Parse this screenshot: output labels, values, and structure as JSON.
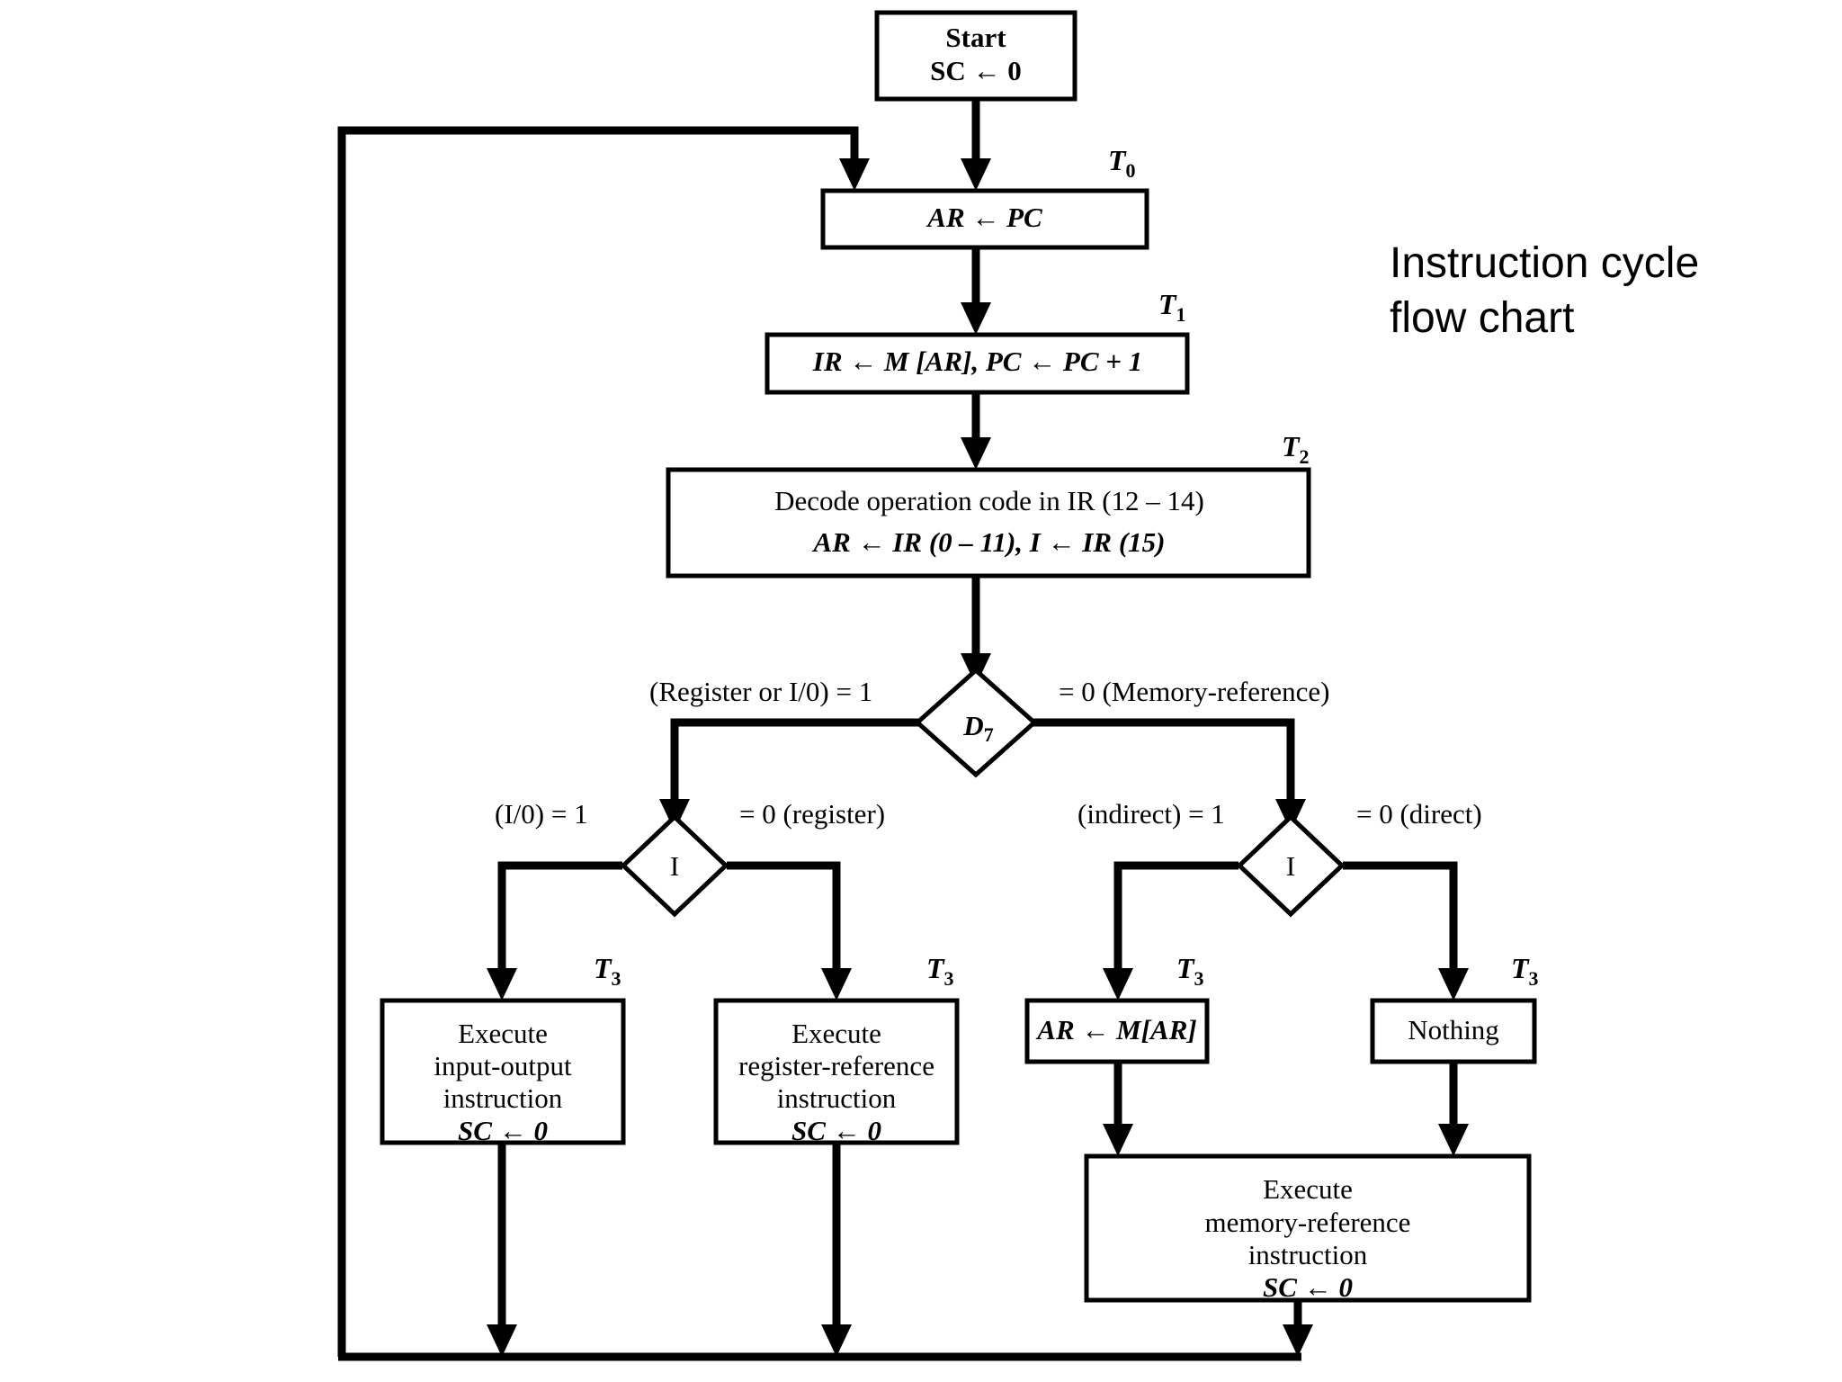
{
  "title": {
    "line1": "Instruction cycle",
    "line2": "flow chart",
    "text": "Instruction cycle\nflow chart"
  },
  "diagram": {
    "type": "flowchart",
    "name": "instruction-cycle-flow-chart",
    "nodes": {
      "start": {
        "shape": "rect",
        "line1": "Start",
        "line2": "SC ← 0"
      },
      "t0": {
        "shape": "rect",
        "timing": "T",
        "timing_sub": "0",
        "line1": "AR ← PC"
      },
      "t1": {
        "shape": "rect",
        "timing": "T",
        "timing_sub": "1",
        "line1": "IR ← M [AR],  PC ← PC + 1"
      },
      "t2": {
        "shape": "rect",
        "timing": "T",
        "timing_sub": "2",
        "line1": "Decode operation code in IR (12 – 14)",
        "line2": "AR ← IR (0 – 11),  I ← IR (15)"
      },
      "d7": {
        "shape": "diamond",
        "label": "D",
        "label_sub": "7"
      },
      "i_left": {
        "shape": "diamond",
        "label": "I"
      },
      "i_right": {
        "shape": "diamond",
        "label": "I"
      },
      "io_box": {
        "shape": "rect",
        "timing": "T",
        "timing_sub": "3",
        "line1": "Execute",
        "line2": "input-output",
        "line3": "instruction",
        "line4": "SC ← 0"
      },
      "register_box": {
        "shape": "rect",
        "timing": "T",
        "timing_sub": "3",
        "line1": "Execute",
        "line2": "register-reference",
        "line3": "instruction",
        "line4": "SC ← 0"
      },
      "indirect_box": {
        "shape": "rect",
        "timing": "T",
        "timing_sub": "3",
        "line1": "AR ←  M[AR]"
      },
      "nothing_box": {
        "shape": "rect",
        "timing": "T",
        "timing_sub": "3",
        "line1": "Nothing"
      },
      "memref_box": {
        "shape": "rect",
        "line1": "Execute",
        "line2": "memory-reference",
        "line3": "instruction",
        "line4": "SC ← 0"
      }
    },
    "edge_labels": {
      "d7_left": "(Register or I/0)  = 1",
      "d7_right": "= 0   (Memory-reference)",
      "i_left_left": "(I/0)   = 1",
      "i_left_right": "= 0   (register)",
      "i_right_left": "(indirect)   = 1",
      "i_right_right": "= 0   (direct)"
    },
    "colors": {
      "stroke": "#000000",
      "fill": "#ffffff",
      "text": "#000000"
    }
  }
}
